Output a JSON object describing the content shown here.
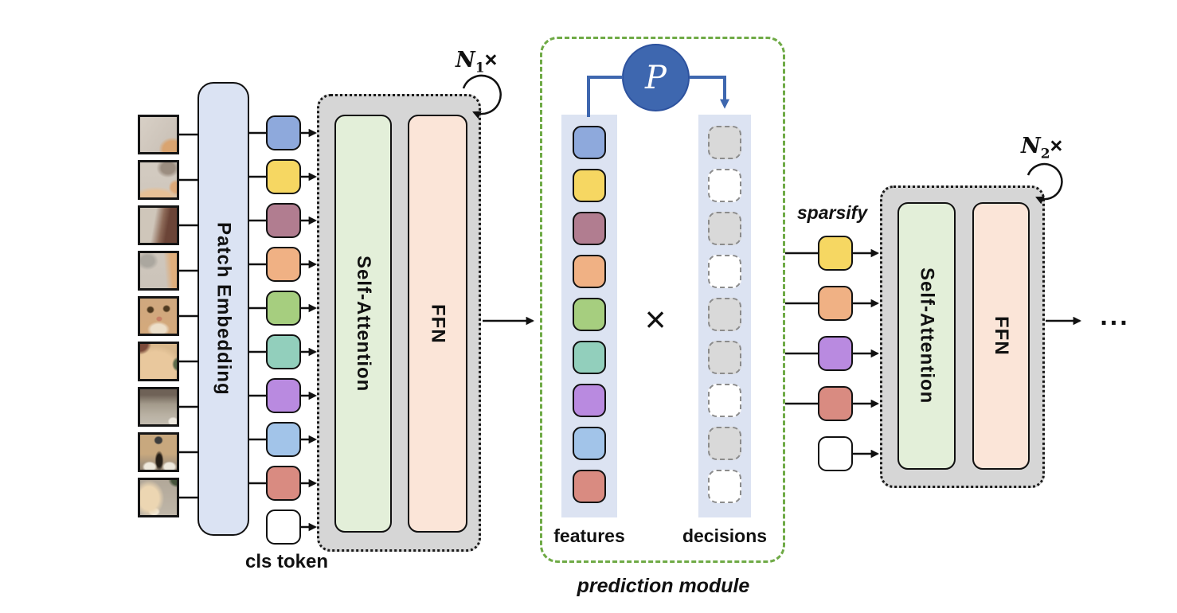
{
  "figure": {
    "title_implicit": "dynamic token sparsification vision transformer pipeline"
  },
  "colors": {
    "predictor_blue": "#3e67af",
    "module_green_border": "#6faa46",
    "block_gray": "#d6d6d6",
    "self_attention_green": "#e3efd9",
    "ffn_peach": "#fbe5d8",
    "embedding_lavender": "#dbe3f3",
    "strip_lavender": "#dce3f2",
    "decision_drop_gray": "#d9d9d9",
    "decision_keep_white": "#ffffff"
  },
  "input": {
    "patch_embedding_label": "Patch Embedding",
    "cls_token_label": "cls token",
    "patches": [
      {
        "name": "image-patch-1",
        "variant": "p1"
      },
      {
        "name": "image-patch-2",
        "variant": "p2"
      },
      {
        "name": "image-patch-3",
        "variant": "p3"
      },
      {
        "name": "image-patch-4",
        "variant": "p4"
      },
      {
        "name": "image-patch-5",
        "variant": "p5"
      },
      {
        "name": "image-patch-6",
        "variant": "p6"
      },
      {
        "name": "image-patch-7",
        "variant": "p7"
      },
      {
        "name": "image-patch-8",
        "variant": "p8"
      },
      {
        "name": "image-patch-9",
        "variant": "p9"
      }
    ],
    "tokens": [
      {
        "name": "token-blue",
        "color": "#8ea9dc"
      },
      {
        "name": "token-yellow",
        "color": "#f6d762"
      },
      {
        "name": "token-mauve",
        "color": "#b17d90"
      },
      {
        "name": "token-orange",
        "color": "#f0b184"
      },
      {
        "name": "token-green",
        "color": "#a6ce7f"
      },
      {
        "name": "token-teal",
        "color": "#92cfbc"
      },
      {
        "name": "token-purple",
        "color": "#b98ae0"
      },
      {
        "name": "token-lightblue",
        "color": "#a2c4e9"
      },
      {
        "name": "token-salmon",
        "color": "#d98b81"
      },
      {
        "name": "token-cls",
        "color": "#ffffff"
      }
    ]
  },
  "encoder1": {
    "self_attention_label": "Self-Attention",
    "ffn_label": "FFN",
    "repeat": {
      "var": "N",
      "sub": "1",
      "times": "×"
    }
  },
  "prediction_module": {
    "predictor_label": "P",
    "multiply_symbol": "×",
    "features_label": "features",
    "decisions_label": "decisions",
    "module_label": "prediction module",
    "features_tokens": [
      {
        "name": "feature-blue",
        "color": "#8ea9dc"
      },
      {
        "name": "feature-yellow",
        "color": "#f6d762"
      },
      {
        "name": "feature-mauve",
        "color": "#b17d90"
      },
      {
        "name": "feature-orange",
        "color": "#f0b184"
      },
      {
        "name": "feature-green",
        "color": "#a6ce7f"
      },
      {
        "name": "feature-teal",
        "color": "#92cfbc"
      },
      {
        "name": "feature-purple",
        "color": "#b98ae0"
      },
      {
        "name": "feature-lightblue",
        "color": "#a2c4e9"
      },
      {
        "name": "feature-salmon",
        "color": "#d98b81"
      }
    ],
    "decisions_tokens": [
      {
        "name": "decision-drop",
        "state": "drop"
      },
      {
        "name": "decision-keep",
        "state": "keep"
      },
      {
        "name": "decision-drop",
        "state": "drop"
      },
      {
        "name": "decision-keep",
        "state": "keep"
      },
      {
        "name": "decision-drop",
        "state": "drop"
      },
      {
        "name": "decision-drop",
        "state": "drop"
      },
      {
        "name": "decision-keep",
        "state": "keep"
      },
      {
        "name": "decision-drop",
        "state": "drop"
      },
      {
        "name": "decision-keep",
        "state": "keep"
      }
    ]
  },
  "sparsify": {
    "label": "sparsify",
    "tokens": [
      {
        "name": "token-yellow",
        "color": "#f6d762"
      },
      {
        "name": "token-orange",
        "color": "#f0b184"
      },
      {
        "name": "token-purple",
        "color": "#b98ae0"
      },
      {
        "name": "token-salmon",
        "color": "#d98b81"
      },
      {
        "name": "token-cls",
        "color": "#ffffff"
      }
    ]
  },
  "encoder2": {
    "self_attention_label": "Self-Attention",
    "ffn_label": "FFN",
    "repeat": {
      "var": "N",
      "sub": "2",
      "times": "×"
    }
  },
  "output": {
    "ellipsis": "..."
  }
}
